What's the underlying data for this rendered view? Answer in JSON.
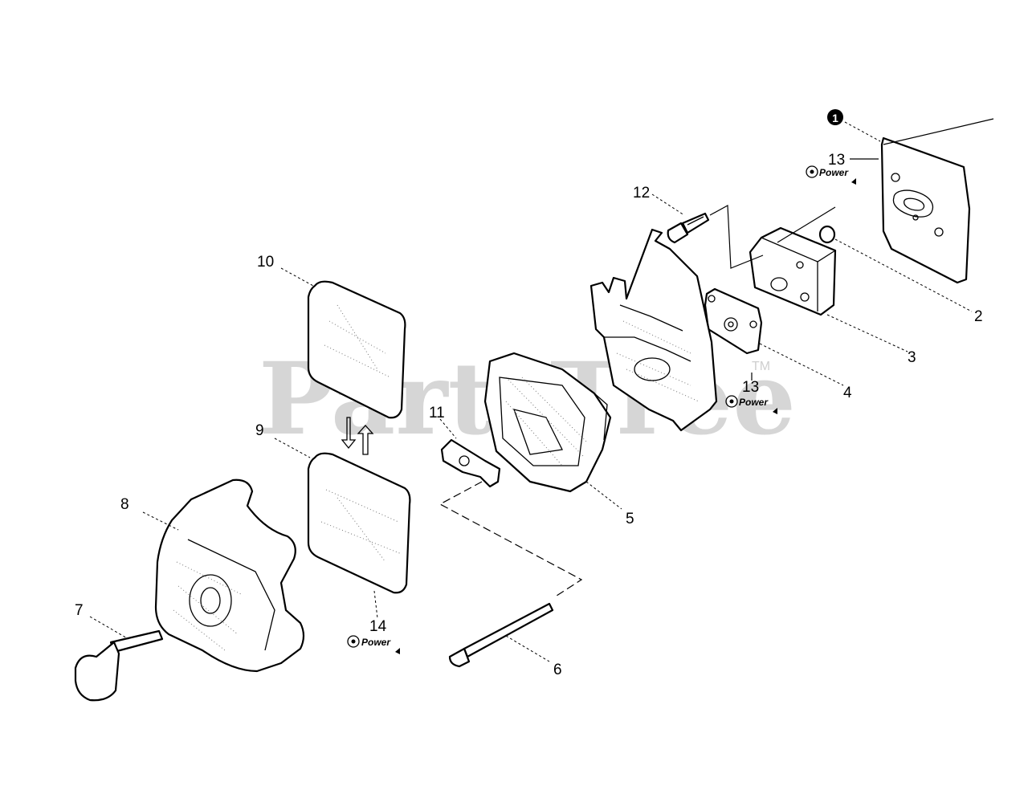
{
  "watermark": {
    "text": "PartsTree",
    "trademark": "TM"
  },
  "badge_text": "Power",
  "callouts": [
    {
      "id": "c1",
      "text": "1"
    },
    {
      "id": "c2",
      "text": "2"
    },
    {
      "id": "c3",
      "text": "3"
    },
    {
      "id": "c4",
      "text": "4"
    },
    {
      "id": "c5",
      "text": "5"
    },
    {
      "id": "c6",
      "text": "6"
    },
    {
      "id": "c7",
      "text": "7"
    },
    {
      "id": "c8",
      "text": "8"
    },
    {
      "id": "c9",
      "text": "9"
    },
    {
      "id": "c10",
      "text": "10"
    },
    {
      "id": "c11",
      "text": "11"
    },
    {
      "id": "c12",
      "text": "12"
    },
    {
      "id": "c13a",
      "text": "13"
    },
    {
      "id": "c13b",
      "text": "13"
    },
    {
      "id": "c14",
      "text": "14"
    }
  ]
}
